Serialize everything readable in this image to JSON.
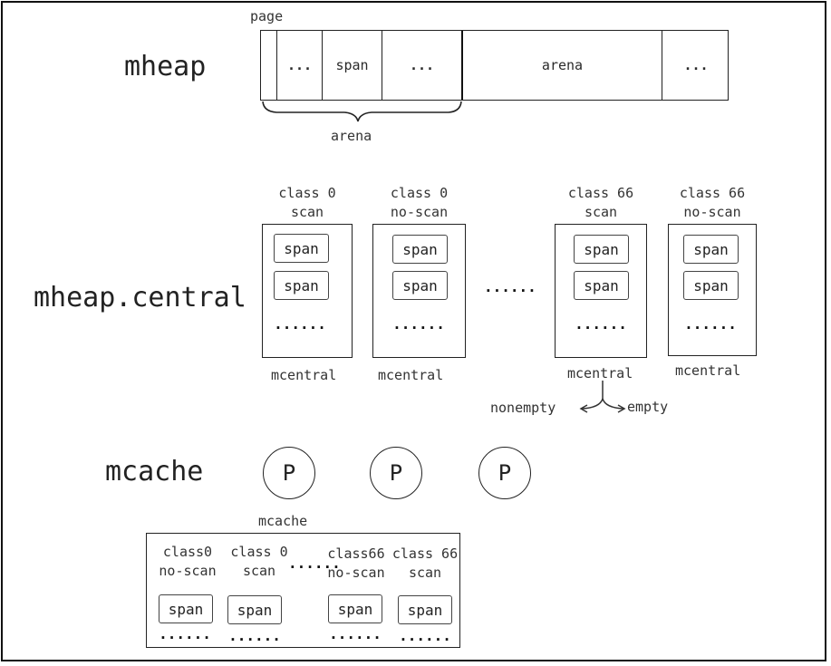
{
  "mheap": {
    "label": "mheap",
    "page_label": "page",
    "cells": [
      "...",
      "span",
      "...",
      "arena",
      "..."
    ],
    "brace_label": "arena"
  },
  "central": {
    "label": "mheap.central",
    "between_dots": "......",
    "columns": [
      {
        "class": "class 0",
        "kind": "scan",
        "spans": [
          "span",
          "span"
        ],
        "dots": "......",
        "footer": "mcentral"
      },
      {
        "class": "class 0",
        "kind": "no-scan",
        "spans": [
          "span",
          "span"
        ],
        "dots": "......",
        "footer": "mcentral"
      },
      {
        "class": "class 66",
        "kind": "scan",
        "spans": [
          "span",
          "span"
        ],
        "dots": "......",
        "footer": "mcentral"
      },
      {
        "class": "class 66",
        "kind": "no-scan",
        "spans": [
          "span",
          "span"
        ],
        "dots": "......",
        "footer": "mcentral"
      }
    ],
    "split_left": "nonempty",
    "split_right": "empty"
  },
  "mcache": {
    "label": "mcache",
    "processors": [
      "P",
      "P",
      "P"
    ],
    "box_title": "mcache",
    "between_dots": "......",
    "columns": [
      {
        "class": "class0",
        "kind": "no-scan",
        "span": "span",
        "dots": "......"
      },
      {
        "class": "class 0",
        "kind": "scan",
        "span": "span",
        "dots": "......"
      },
      {
        "class": "class66",
        "kind": "no-scan",
        "span": "span",
        "dots": "......"
      },
      {
        "class": "class 66",
        "kind": "scan",
        "span": "span",
        "dots": "......"
      }
    ]
  }
}
